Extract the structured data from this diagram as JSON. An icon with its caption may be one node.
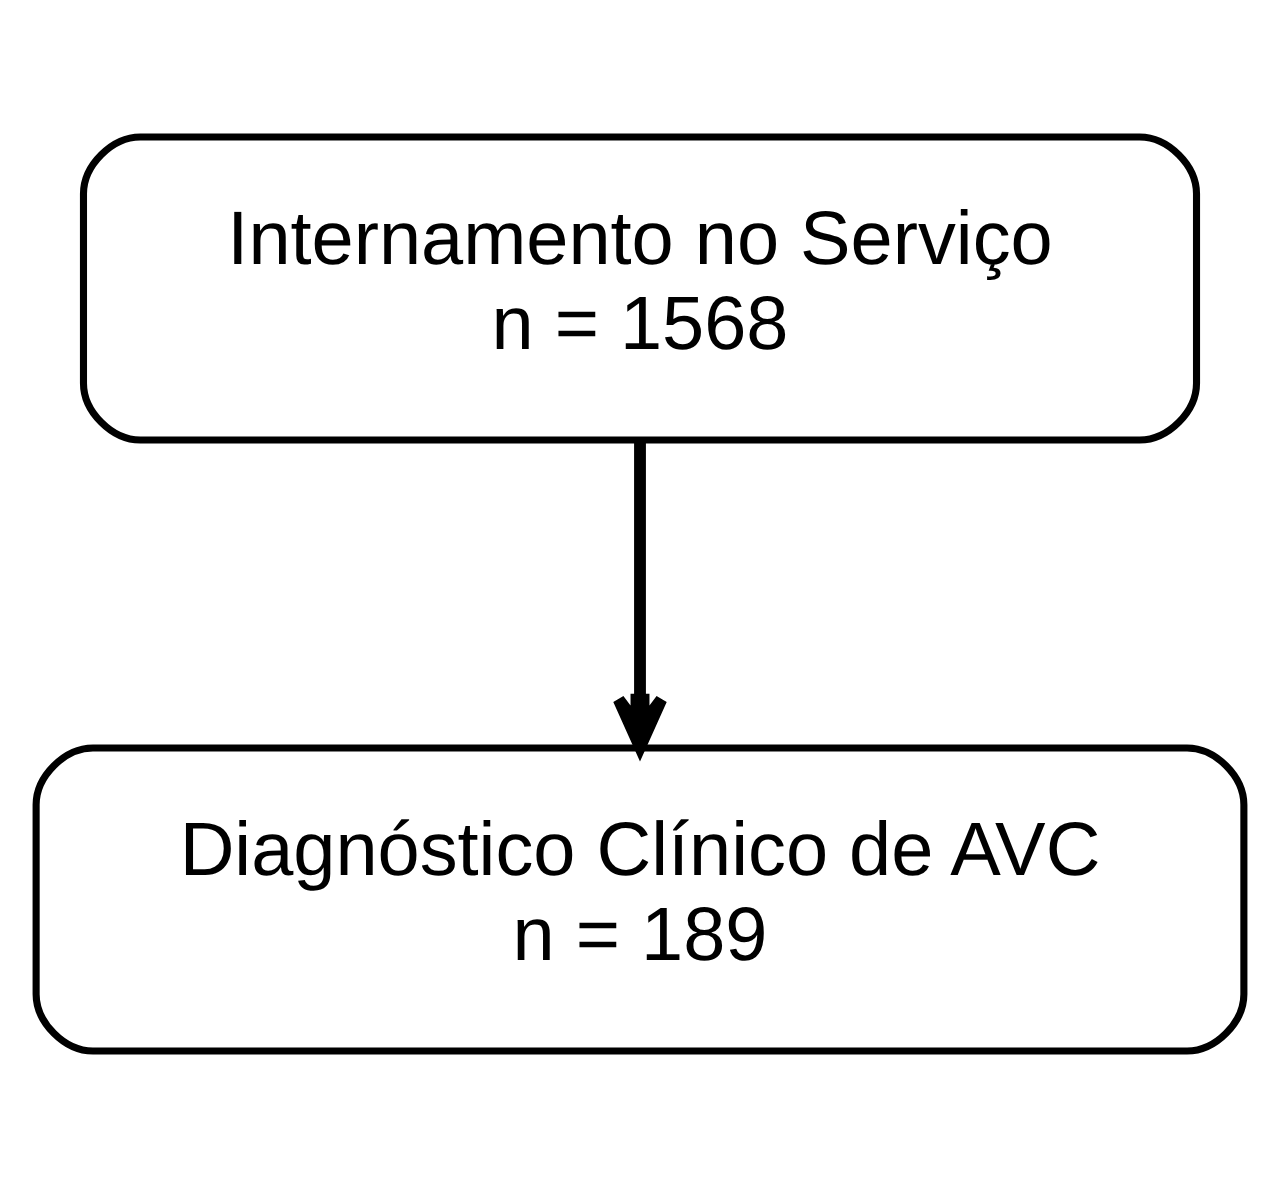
{
  "diagram": {
    "nodes": [
      {
        "text": [
          "Internamento no Serviço",
          "n = 1568"
        ]
      },
      {
        "text": [
          "Diagnóstico Clínico de AVC",
          "n = 189"
        ]
      }
    ],
    "edges": [
      {
        "from": 0,
        "to": 1,
        "arrow": "to"
      }
    ]
  }
}
